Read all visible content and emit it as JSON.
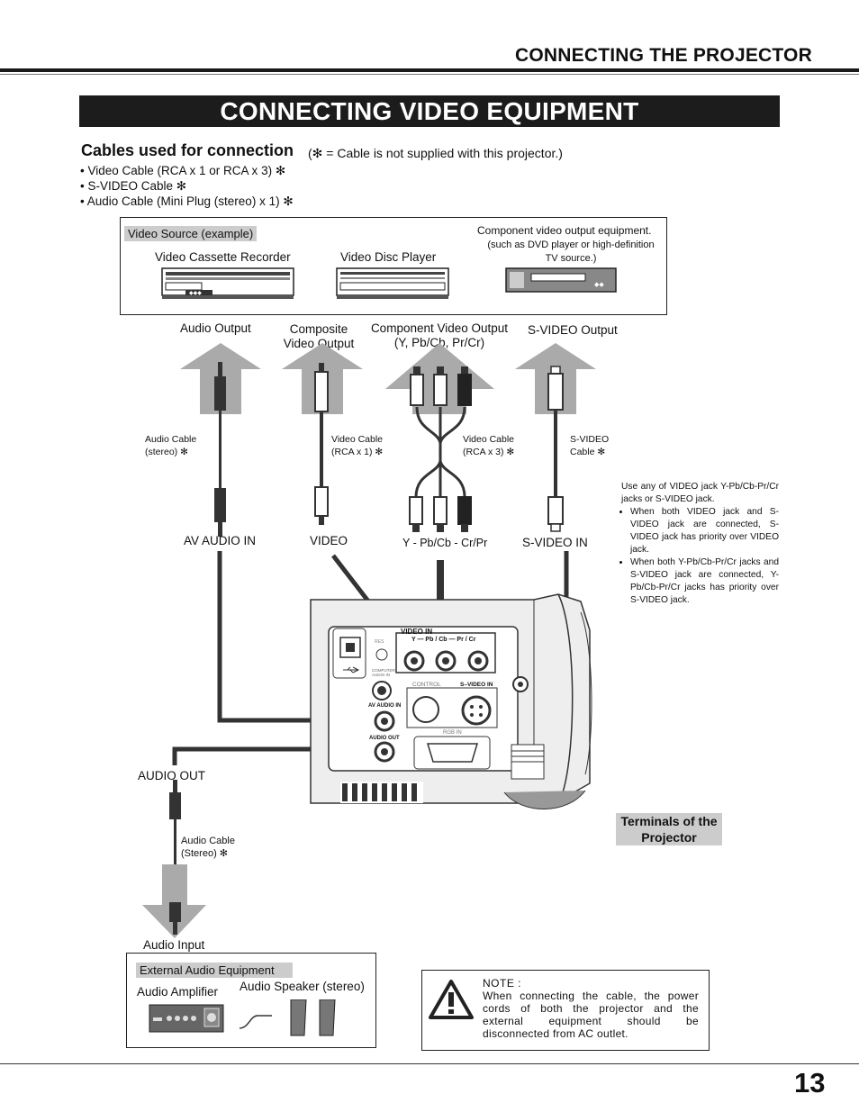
{
  "header": {
    "section": "CONNECTING THE PROJECTOR",
    "title": "CONNECTING VIDEO EQUIPMENT"
  },
  "cables": {
    "heading": "Cables used for connection",
    "note": "(✻ = Cable is not supplied with this projector.)",
    "items": [
      "• Video Cable (RCA x 1 or RCA x 3) ✻",
      "• S-VIDEO Cable ✻",
      "• Audio Cable (Mini Plug (stereo) x 1) ✻"
    ]
  },
  "source_box": {
    "label": "Video Source (example)",
    "vcr": "Video Cassette Recorder",
    "disc": "Video Disc Player",
    "component_title": "Component video output equipment.",
    "component_sub": "(such as DVD player or high-definition TV source.)"
  },
  "outputs": {
    "audio": "Audio Output",
    "composite": "Composite Video Output",
    "component": "Component Video Output (Y, Pb/Cb, Pr/Cr)",
    "svideo": "S-VIDEO Output"
  },
  "cable_labels": {
    "audio": "Audio Cable (stereo) ✻",
    "video1": "Video Cable (RCA x 1) ✻",
    "video3": "Video Cable (RCA x 3) ✻",
    "svideo": "S-VIDEO Cable ✻"
  },
  "inputs": {
    "av_audio": "AV AUDIO IN",
    "video": "VIDEO",
    "component": "Y - Pb/Cb - Cr/Pr",
    "svideo": "S-VIDEO IN"
  },
  "side_note": {
    "intro": "Use any of VIDEO jack Y-Pb/Cb-Pr/Cr jacks or S-VIDEO jack.",
    "points": [
      "When both VIDEO jack and S-VIDEO jack are connected, S-VIDEO jack has priority over VIDEO jack.",
      "When both Y-Pb/Cb-Pr/Cr jacks and S-VIDEO jack are connected, Y-Pb/Cb-Pr/Cr jacks has priority over S-VIDEO jack."
    ]
  },
  "panel": {
    "video_in": "VIDEO IN",
    "jacks": "Y — Pb / Cb — Pr / Cr",
    "reset": "RES",
    "computer_audio": "COMPUTER AUDIO IN",
    "control": "CONTROL",
    "svideo_in": "S–VIDEO IN",
    "av_audio_in": "AV AUDIO IN",
    "audio_out": "AUDIO OUT",
    "rgb_in": "RGB IN"
  },
  "audio_out": {
    "label": "AUDIO OUT",
    "cable": "Audio Cable (Stereo) ✻",
    "input": "Audio Input"
  },
  "terminals": "Terminals of the Projector",
  "external": {
    "label": "External Audio Equipment",
    "amplifier": "Audio Amplifier",
    "speaker": "Audio Speaker (stereo)"
  },
  "note": {
    "heading": "NOTE :",
    "text": "When connecting the cable, the power cords of both the projector and the external equipment should be disconnected from AC outlet."
  },
  "page_number": "13"
}
